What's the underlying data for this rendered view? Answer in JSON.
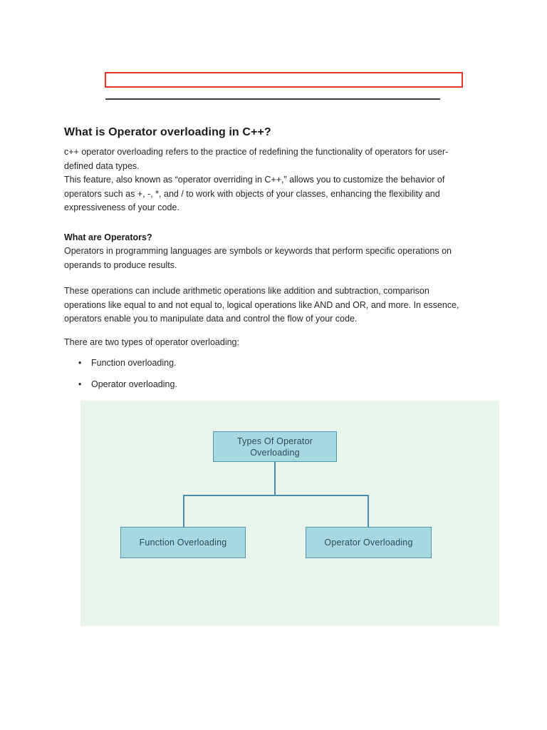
{
  "document": {
    "title": "What is Operator overloading in C++?",
    "intro": "c++ operator overloading refers to the practice of redefining the functionality of operators for user-\ndefined data types.\nThis feature, also known as “operator overriding in C++,” allows you to customize the behavior of\noperators such as +, -, *, and / to work with objects of your classes, enhancing the flexibility and\nexpressiveness of your code.",
    "section_heading": "What are Operators?",
    "para_operators": "Operators in programming languages are symbols or keywords that perform specific operations on\noperands to produce results.",
    "para_operations": "These operations can include arithmetic operations like addition and subtraction, comparison\noperations like equal to and not equal to, logical operations like AND and OR, and more. In essence,\noperators enable you to manipulate data and control the flow of your code.",
    "list_intro": "There are two types of operator overloading:",
    "bullets": [
      "Function overloading.",
      "Operator overloading."
    ]
  },
  "diagram": {
    "root_label": "Types Of Operator\nOverloading",
    "children": [
      "Function Overloading",
      "Operator Overloading"
    ]
  },
  "colors": {
    "annotation_box_border": "#e8372c",
    "divider": "#3f3f3f",
    "diagram_background": "#e9f5eb",
    "node_fill": "#a7d8df",
    "node_border": "#4e97ad",
    "connector_line": "#4e8ba6",
    "node_text": "#2b4a60",
    "body_text": "#262626"
  }
}
